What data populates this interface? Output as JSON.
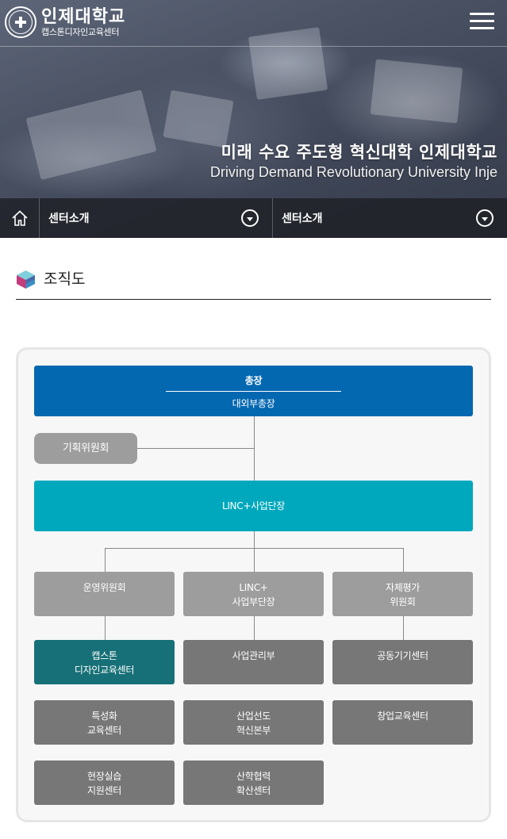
{
  "header": {
    "university": "인제대학교",
    "center": "캡스톤디자인교육센터",
    "menu_icon": "hamburger-icon"
  },
  "hero": {
    "title": "미래 수요 주도형 혁신대학 인제대학교",
    "subtitle": "Driving Demand Revolutionary University Inje"
  },
  "location": {
    "home_icon": "home-icon",
    "item1": "센터소개",
    "item2": "센터소개",
    "dropdown_icon": "chevron-down-circle-icon"
  },
  "page": {
    "title": "조직도"
  },
  "org": {
    "president": "총장",
    "vice_president": "대외부총장",
    "planning_committee": "기획위원회",
    "director": "LINC+사업단장",
    "row1": [
      {
        "line1": "운영위원회",
        "line2": ""
      },
      {
        "line1": "LINC+",
        "line2": "사업부단장"
      },
      {
        "line1": "자체평가",
        "line2": "위원회"
      }
    ],
    "row2": [
      {
        "line1": "캡스톤",
        "line2": "디자인교육센터"
      },
      {
        "line1": "사업관리부",
        "line2": ""
      },
      {
        "line1": "공동기기센터",
        "line2": ""
      }
    ],
    "row3": [
      {
        "line1": "특성화",
        "line2": "교육센터"
      },
      {
        "line1": "산업선도",
        "line2": "혁신본부"
      },
      {
        "line1": "창업교육센터",
        "line2": ""
      }
    ],
    "row4": [
      {
        "line1": "현장실습",
        "line2": "지원센터"
      },
      {
        "line1": "산학협력",
        "line2": "확산센터"
      }
    ]
  },
  "colors": {
    "president": "#0468b1",
    "director": "#00a8bd",
    "committee": "#9d9d9d",
    "unit": "#777777",
    "highlight_unit": "#177077"
  }
}
